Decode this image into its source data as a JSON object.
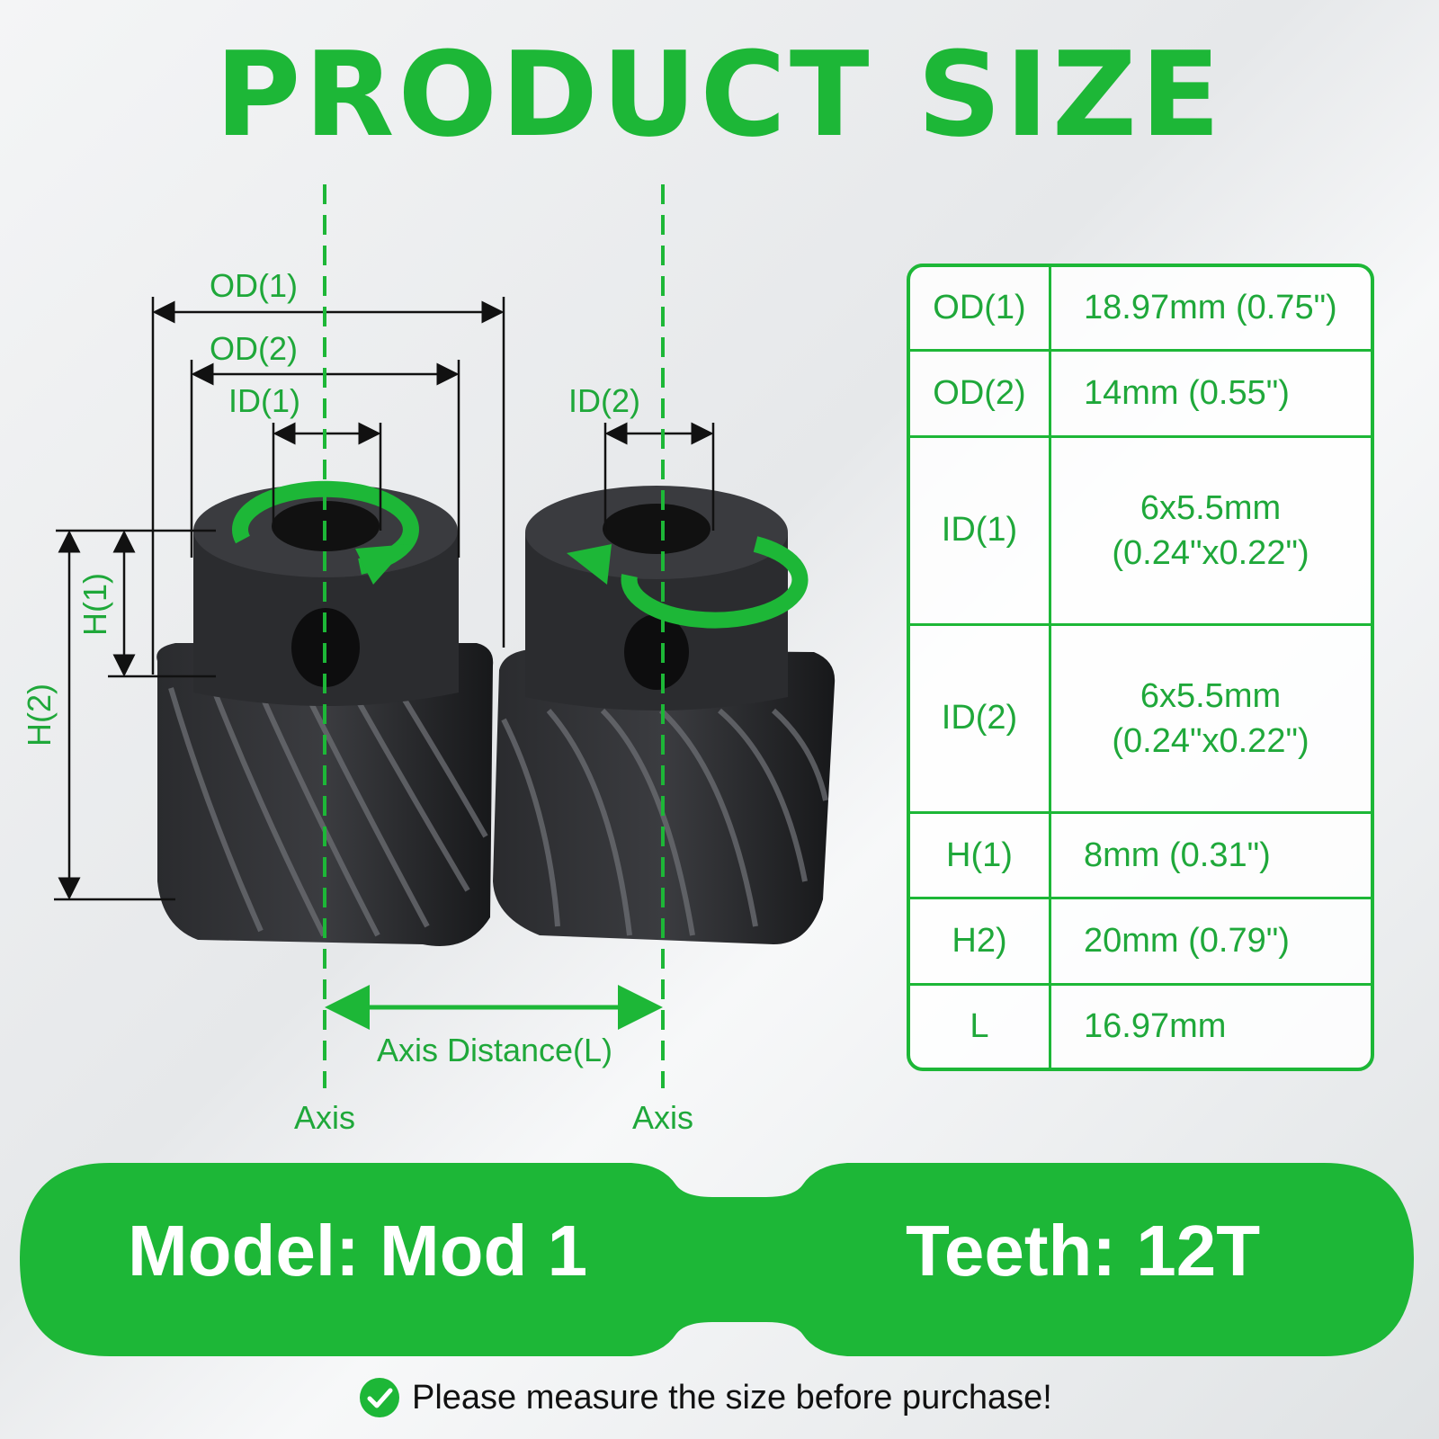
{
  "header": {
    "title": "PRODUCT SIZE"
  },
  "diagram": {
    "labels": {
      "od1": "OD(1)",
      "od2": "OD(2)",
      "id1": "ID(1)",
      "id2": "ID(2)",
      "h1": "H(1)",
      "h2": "H(2)",
      "axis_distance": "Axis Distance(L)",
      "axis_left": "Axis",
      "axis_right": "Axis"
    }
  },
  "spec_table": {
    "rows": [
      {
        "key": "OD(1)",
        "value": "18.97mm (0.75\")"
      },
      {
        "key": "OD(2)",
        "value": "14mm (0.55\")"
      },
      {
        "key": "ID(1)",
        "value_line1": "6x5.5mm",
        "value_line2": "(0.24\"x0.22\")"
      },
      {
        "key": "ID(2)",
        "value_line1": "6x5.5mm",
        "value_line2": "(0.24\"x0.22\")"
      },
      {
        "key": "H(1)",
        "value": "8mm (0.31\")"
      },
      {
        "key": "H2)",
        "value": "20mm (0.79\")"
      },
      {
        "key": "L",
        "value": "16.97mm"
      }
    ]
  },
  "banner": {
    "model": "Model: Mod 1",
    "teeth": "Teeth: 12T"
  },
  "note": {
    "text": "Please measure the size before purchase!"
  },
  "colors": {
    "accent": "#1db737",
    "label": "#1fa83a",
    "gear": "#1f1f21"
  }
}
